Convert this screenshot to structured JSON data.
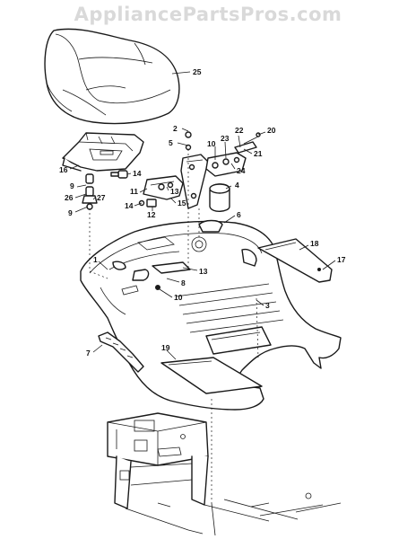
{
  "watermark": "AppliancePartsPros.com",
  "callouts": [
    {
      "id": "25",
      "label": "25"
    },
    {
      "id": "2",
      "label": "2"
    },
    {
      "id": "5",
      "label": "5"
    },
    {
      "id": "10a",
      "label": "10"
    },
    {
      "id": "23",
      "label": "23"
    },
    {
      "id": "22",
      "label": "22"
    },
    {
      "id": "20",
      "label": "20"
    },
    {
      "id": "21",
      "label": "21"
    },
    {
      "id": "24",
      "label": "24"
    },
    {
      "id": "16",
      "label": "16"
    },
    {
      "id": "14a",
      "label": "14"
    },
    {
      "id": "9a",
      "label": "9"
    },
    {
      "id": "26",
      "label": "26"
    },
    {
      "id": "27",
      "label": "27"
    },
    {
      "id": "9b",
      "label": "9"
    },
    {
      "id": "11",
      "label": "11"
    },
    {
      "id": "13a",
      "label": "13"
    },
    {
      "id": "15",
      "label": "15"
    },
    {
      "id": "14b",
      "label": "14"
    },
    {
      "id": "12",
      "label": "12"
    },
    {
      "id": "4",
      "label": "4"
    },
    {
      "id": "6",
      "label": "6"
    },
    {
      "id": "1",
      "label": "1"
    },
    {
      "id": "13b",
      "label": "13"
    },
    {
      "id": "8",
      "label": "8"
    },
    {
      "id": "10b",
      "label": "10"
    },
    {
      "id": "18",
      "label": "18"
    },
    {
      "id": "17",
      "label": "17"
    },
    {
      "id": "3",
      "label": "3"
    },
    {
      "id": "7",
      "label": "7"
    },
    {
      "id": "19",
      "label": "19"
    }
  ]
}
